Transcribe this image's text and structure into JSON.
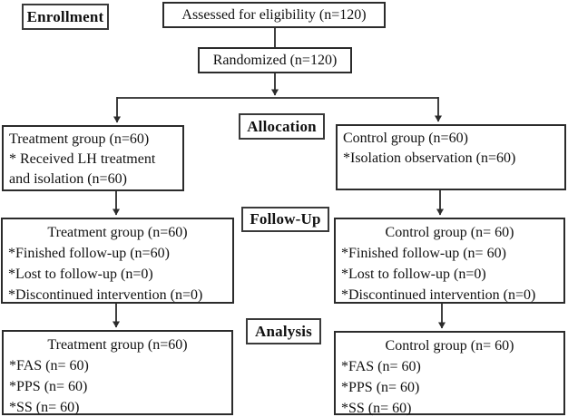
{
  "flow": {
    "stage_labels": {
      "enrollment": "Enrollment",
      "allocation": "Allocation",
      "followup": "Follow-Up",
      "analysis": "Analysis"
    },
    "assessed": "Assessed for eligibility (n=120)",
    "randomized": "Randomized (n=120)",
    "treatment_allocation": {
      "line1": "Treatment group (n=60)",
      "line2": "* Received LH treatment",
      "line3": "and isolation (n=60)"
    },
    "control_allocation": {
      "line1": "Control group (n=60)",
      "line2": "*Isolation observation (n=60)"
    },
    "treatment_followup": {
      "title": "Treatment group (n=60)",
      "line1": "*Finished follow-up (n=60)",
      "line2": "*Lost to follow-up (n=0)",
      "line3": "*Discontinued intervention (n=0)"
    },
    "control_followup": {
      "title": "Control group (n= 60)",
      "line1": "*Finished follow-up (n= 60)",
      "line2": "*Lost to follow-up (n=0)",
      "line3": "*Discontinued intervention (n=0)"
    },
    "treatment_analysis": {
      "title": "Treatment group (n=60)",
      "line1": "*FAS (n= 60)",
      "line2": "*PPS (n= 60)",
      "line3": "*SS (n= 60)"
    },
    "control_analysis": {
      "title": "Control group (n= 60)",
      "line1": "*FAS (n= 60)",
      "line2": "*PPS (n= 60)",
      "line3": "*SS (n= 60)"
    },
    "colors": {
      "line": "#2b2b2b",
      "text": "#111111",
      "background": "#ffffff"
    }
  }
}
